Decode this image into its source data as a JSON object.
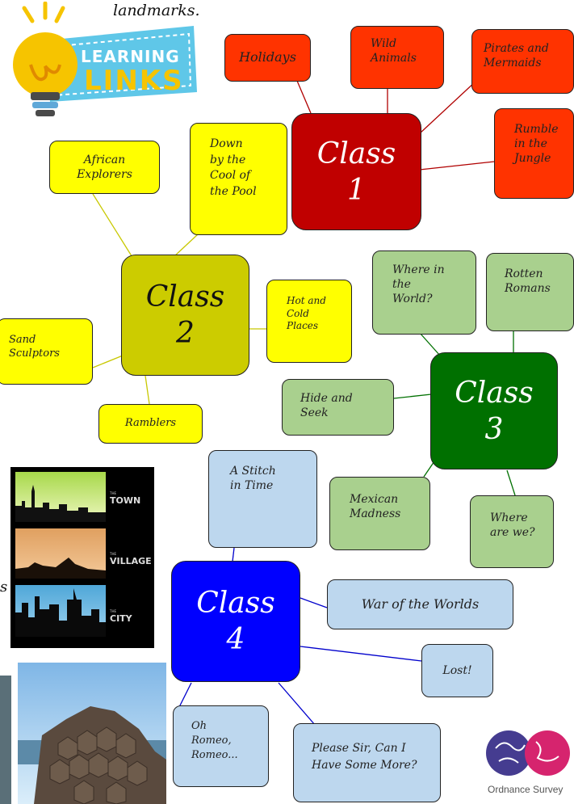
{
  "header": {
    "fragment": "landmarks."
  },
  "logo": {
    "line1": "LEARNING",
    "line2": "LINKS",
    "bulb_color": "#f6c400",
    "banner_color": "#5fc7e8"
  },
  "colors": {
    "class1": "#c00000",
    "class1_topic": "#ff3300",
    "class2": "#cccc00",
    "class2_topic": "#ffff00",
    "class3": "#007000",
    "class3_topic": "#a9d08e",
    "class4": "#0000ff",
    "class4_topic": "#bdd7ee"
  },
  "hubs": [
    {
      "label": "Class\n1"
    },
    {
      "label": "Class\n2"
    },
    {
      "label": "Class\n3"
    },
    {
      "label": "Class\n4"
    }
  ],
  "topics": {
    "class1": [
      "Holidays",
      "Wild\nAnimals",
      "Pirates and\nMermaids",
      "Rumble\nin the\nJungle"
    ],
    "class2": [
      "African\nExplorers",
      "Down\nby the\nCool of\nthe Pool",
      "Hot and\nCold\nPlaces",
      "Sand\nSculptors",
      "Ramblers"
    ],
    "class3": [
      "Where in\nthe\nWorld?",
      "Rotten\nRomans",
      "Hide and\nSeek",
      "Mexican\nMadness",
      "Where\nare we?"
    ],
    "class4": [
      "A Stitch\nin Time",
      "War of the Worlds",
      "Lost!",
      "Oh\nRomeo,\nRomeo...",
      "Please Sir, Can I\nHave Some More?"
    ]
  },
  "poster": {
    "town": "TOWN",
    "village": "VILLAGE",
    "city": "CITY",
    "small": "THE"
  },
  "os_logo": {
    "label": "Ordnance Survey"
  },
  "left_edge_fragment": "s"
}
